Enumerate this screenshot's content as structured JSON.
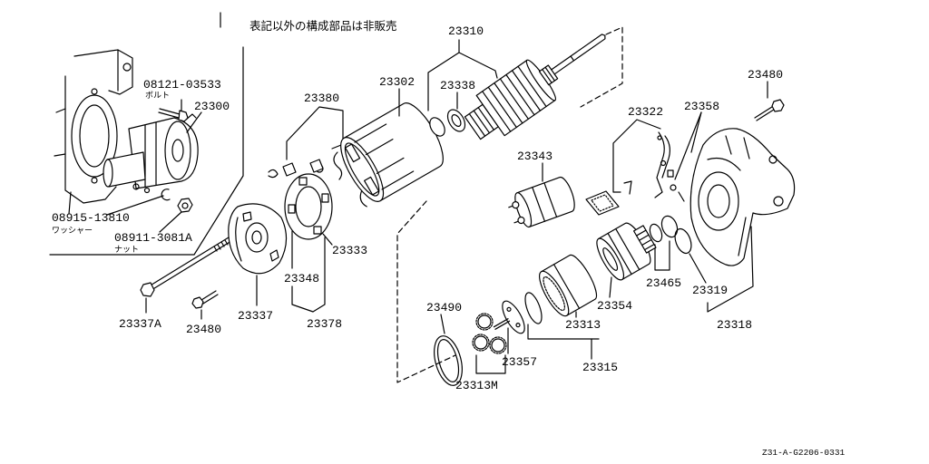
{
  "note": "表記以外の構成部品は非販売",
  "inset": {
    "bolt_part": "08121-03533",
    "bolt_name": "ボルト",
    "assembly": "23300",
    "washer_part": "08915-13810",
    "washer_name": "ワッシャー",
    "nut_part": "08911-3081A",
    "nut_name": "ナット"
  },
  "callouts": [
    "23380",
    "23302",
    "23310",
    "23338",
    "23480",
    "23322",
    "23358",
    "23343",
    "23333",
    "23348",
    "23378",
    "23337",
    "23337A",
    "23480",
    "23490",
    "23313M",
    "23357",
    "23313",
    "23315",
    "23354",
    "23465",
    "23319",
    "23318"
  ],
  "figure_code": "Z31-A-G2206-0331",
  "colors": {
    "ink": "#000000",
    "paper": "#ffffff"
  }
}
